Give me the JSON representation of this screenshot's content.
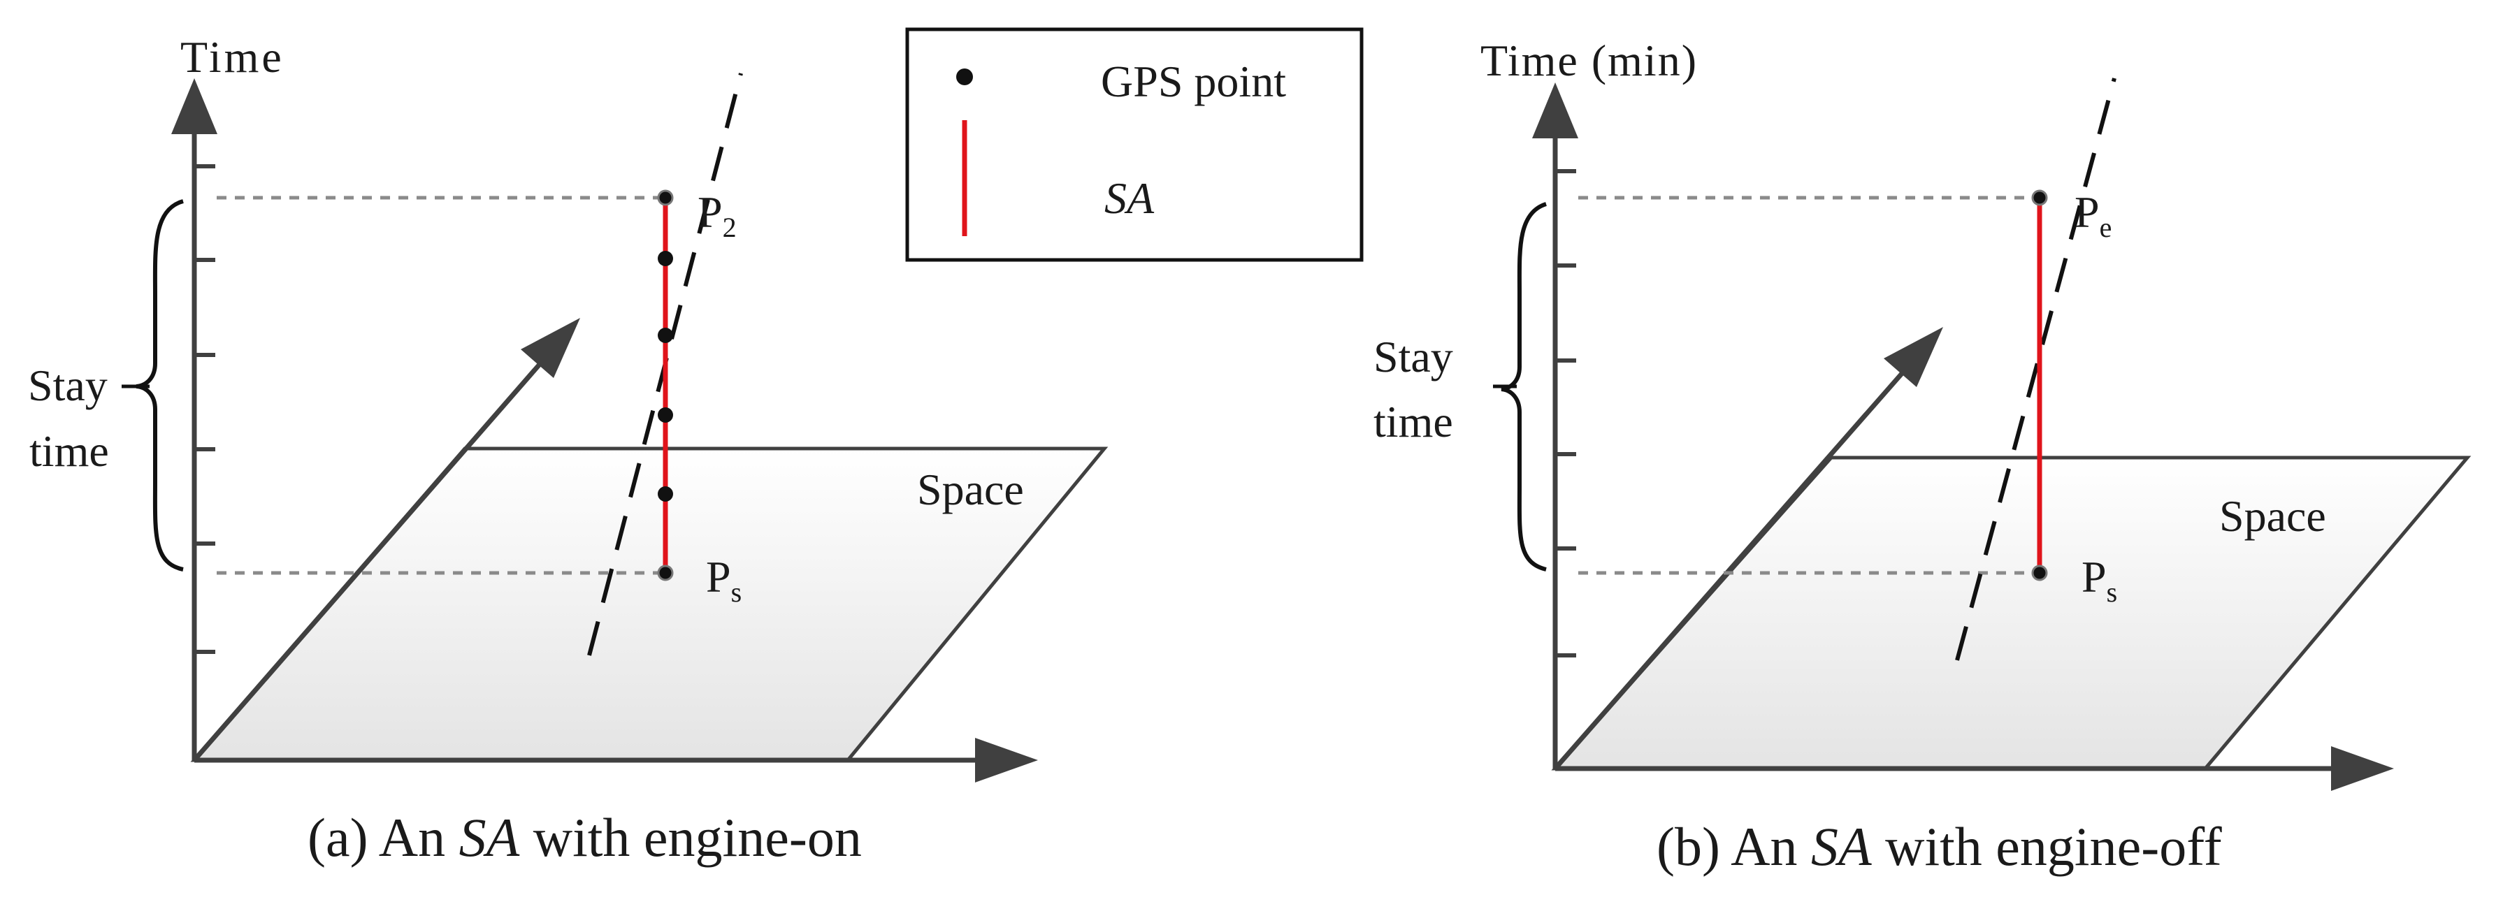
{
  "legend": {
    "gps_point": "GPS point",
    "sa": "SA"
  },
  "panel_a": {
    "axis_label": "Time",
    "stay_label_1": "Stay",
    "stay_label_2": "time",
    "plane_label": "Space",
    "end_point": {
      "letter": "P",
      "sub": "2"
    },
    "start_point": {
      "letter": "P",
      "sub": "s"
    },
    "caption": {
      "pre": "(a) An ",
      "em": "SA",
      "post": " with engine-on"
    }
  },
  "panel_b": {
    "axis_label": "Time (min)",
    "stay_label_1": "Stay",
    "stay_label_2": "time",
    "plane_label": "Space",
    "end_point": {
      "letter": "P",
      "sub": "e"
    },
    "start_point": {
      "letter": "P",
      "sub": "s"
    },
    "caption": {
      "pre": "(b) An ",
      "em": "SA",
      "post": " with engine-off"
    }
  },
  "colors": {
    "sa_line": "#e0141b",
    "axis": "#404040",
    "plane_fill": "#f1f1f1",
    "dashed_guide": "#8a8a8a"
  }
}
